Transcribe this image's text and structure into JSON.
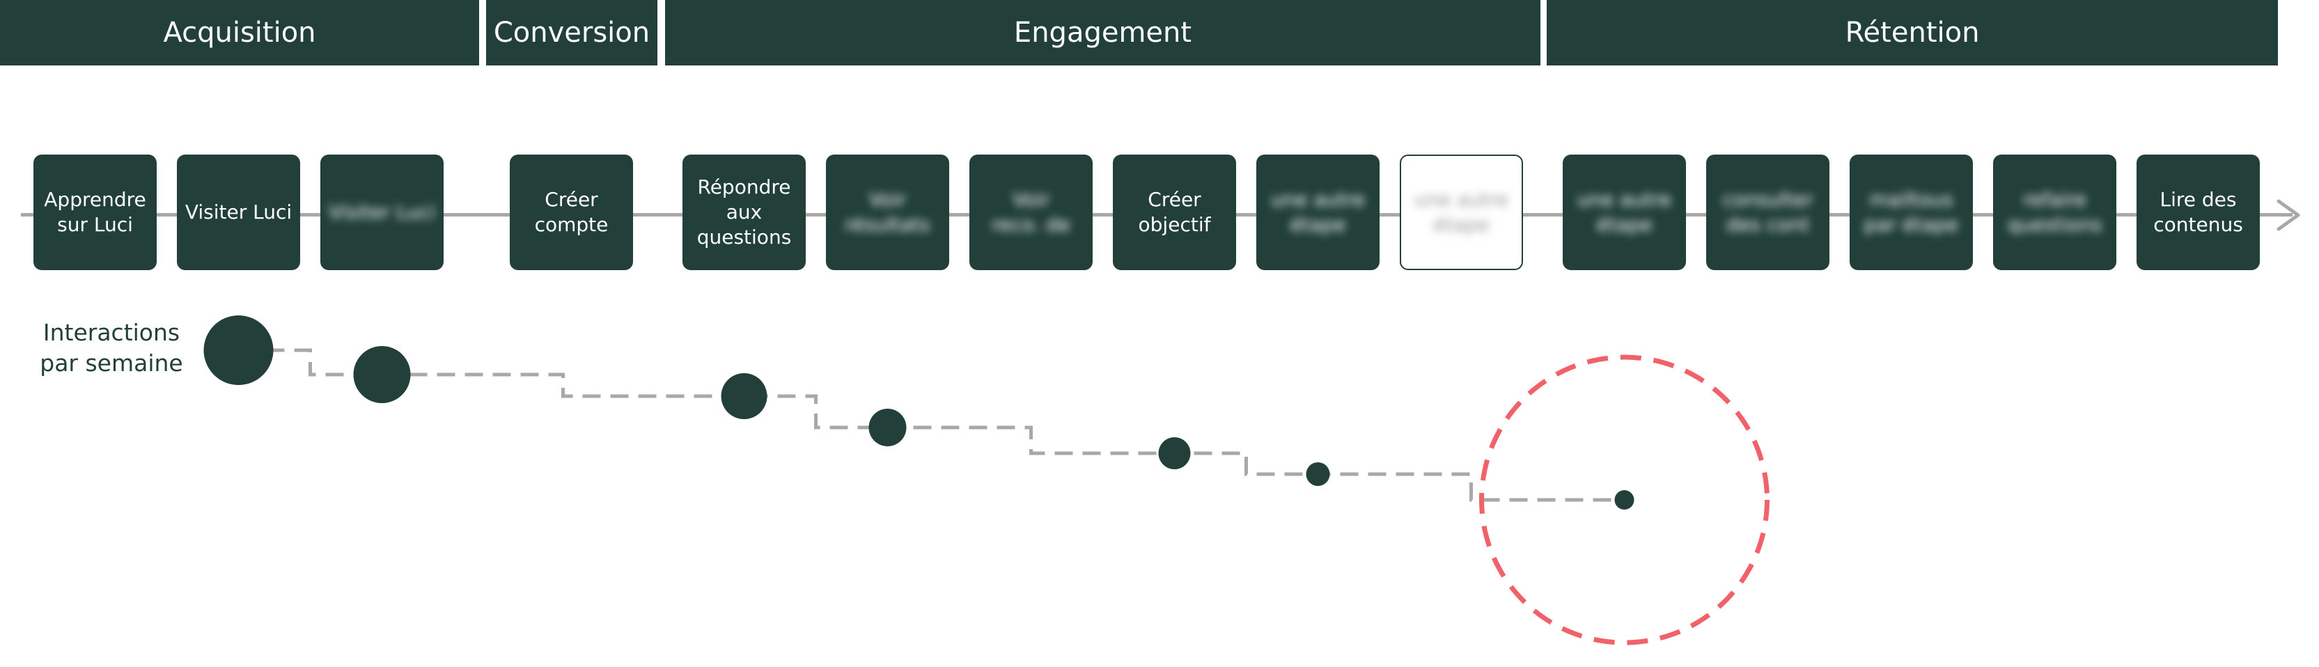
{
  "colors": {
    "primary": "#223f39",
    "connector": "#a8a8a8",
    "highlight": "#f0616a",
    "background": "#ffffff"
  },
  "phases": [
    {
      "id": "acquisition",
      "label": "Acquisition"
    },
    {
      "id": "conversion",
      "label": "Conversion"
    },
    {
      "id": "engagement",
      "label": "Engagement"
    },
    {
      "id": "retention",
      "label": "Rétention"
    }
  ],
  "steps": [
    {
      "label": "Apprendre\nsur Luci",
      "blurred": false,
      "outlined": false
    },
    {
      "label": "Visiter Luci",
      "blurred": false,
      "outlined": false
    },
    {
      "label": "Visiter Luci",
      "blurred": true,
      "outlined": false
    },
    {
      "label": "Créer\ncompte",
      "blurred": false,
      "outlined": false
    },
    {
      "label": "Répondre\naux\nquestions",
      "blurred": false,
      "outlined": false
    },
    {
      "label": "Voir\nrésultats",
      "blurred": true,
      "outlined": false
    },
    {
      "label": "Voir\nreco. de",
      "blurred": true,
      "outlined": false
    },
    {
      "label": "Créer\nobjectif",
      "blurred": false,
      "outlined": false
    },
    {
      "label": "une autre\nétape",
      "blurred": true,
      "outlined": false
    },
    {
      "label": "une autre\nétape",
      "blurred": true,
      "outlined": true
    },
    {
      "label": "une autre\nétape",
      "blurred": true,
      "outlined": false
    },
    {
      "label": "consulter\ndes cont",
      "blurred": true,
      "outlined": false
    },
    {
      "label": "mailtous\npar étape",
      "blurred": true,
      "outlined": false
    },
    {
      "label": "refaire\nquestions",
      "blurred": true,
      "outlined": false
    },
    {
      "label": "Lire des\ncontenus",
      "blurred": false,
      "outlined": false
    }
  ],
  "interactions": {
    "label": "Interactions\npar semaine",
    "points": [
      {
        "step": 1,
        "size": 1.0
      },
      {
        "step": 2,
        "size": 0.82
      },
      {
        "step": 4,
        "size": 0.66
      },
      {
        "step": 5,
        "size": 0.54
      },
      {
        "step": 7,
        "size": 0.46
      },
      {
        "step": 8,
        "size": 0.34
      },
      {
        "step": 10,
        "size": 0.28
      }
    ],
    "highlight_step": 10
  }
}
